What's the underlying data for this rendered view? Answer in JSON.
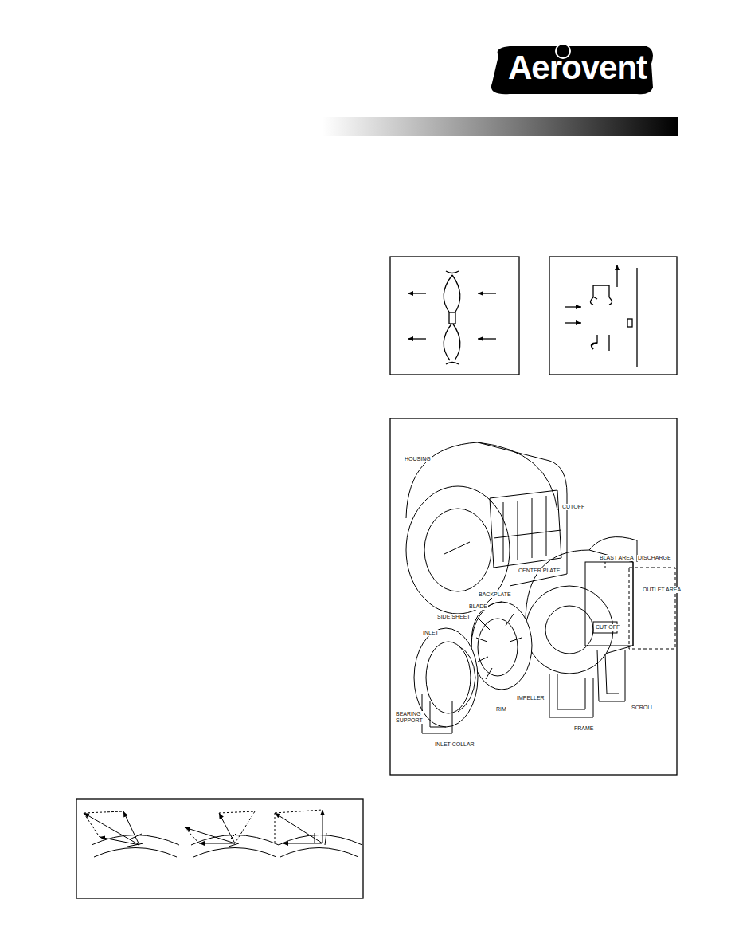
{
  "diagram": {
    "labels": [
      "Aerovent",
      "HOUSING",
      "CUTOFF",
      "CENTER PLATE",
      "SIDE SHEET",
      "BLAST AREA",
      "DISCHARGE",
      "OUTLET AREA",
      "CUT OFF",
      "BACKPLATE",
      "BLADE",
      "INLET",
      "BEARING SUPPORT",
      "INLET COLLAR",
      "IMPELLER",
      "RIM",
      "SCROLL",
      "FRAME"
    ]
  }
}
